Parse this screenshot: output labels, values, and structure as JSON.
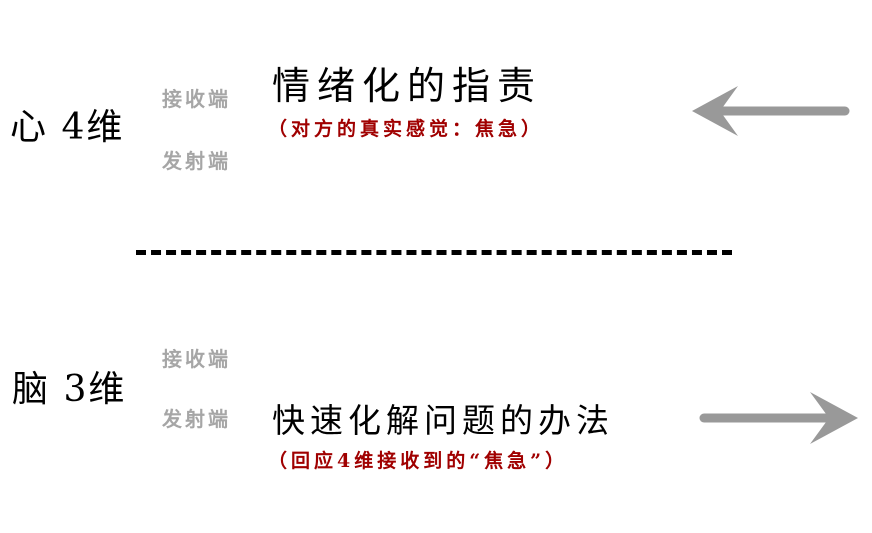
{
  "top_section": {
    "dimension_label": "心 4维",
    "receiver_label": "接收端",
    "sender_label": "发射端",
    "message": "情绪化的指责",
    "annotation": "（对方的真实感觉：焦急）",
    "arrow_direction": "left",
    "arrow_icon": "arrow-left-icon"
  },
  "divider": {
    "style": "dashed"
  },
  "bottom_section": {
    "dimension_label": "脑 3维",
    "receiver_label": "接收端",
    "sender_label": "发射端",
    "message": "快速化解问题的办法",
    "annotation": "（回应4维接收到的“焦急”）",
    "arrow_direction": "right",
    "arrow_icon": "arrow-right-icon"
  },
  "colors": {
    "text_primary": "#000000",
    "port_label": "#a6a6a6",
    "annotation": "#a00000",
    "arrow": "#999999",
    "background": "#ffffff"
  }
}
